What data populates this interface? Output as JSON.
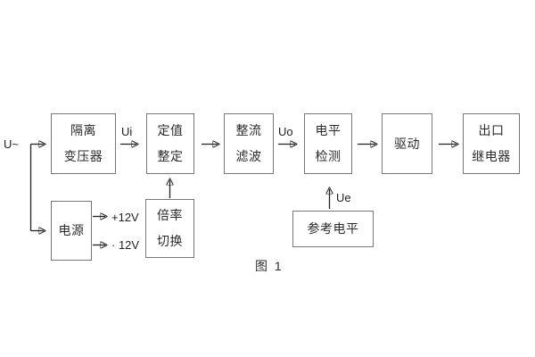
{
  "figure": {
    "caption": "图 1"
  },
  "colors": {
    "background": "#ffffff",
    "box_border": "#767676",
    "line": "#222222",
    "text": "#2b2b2b"
  },
  "blocks": {
    "isolation_transformer": {
      "line1": "隔离",
      "line2": "变压器"
    },
    "setpoint_setting": {
      "line1": "定值",
      "line2": "整定"
    },
    "rectifier_filter": {
      "line1": "整流",
      "line2": "滤波"
    },
    "level_detection": {
      "line1": "电平",
      "line2": "检测"
    },
    "driver": {
      "label": "驱动"
    },
    "output_relay": {
      "line1": "出口",
      "line2": "继电器"
    },
    "power_supply": {
      "label": "电源"
    },
    "ratio_switch": {
      "line1": "倍率",
      "line2": "切换"
    },
    "reference_level": {
      "label": "参考电平"
    }
  },
  "signals": {
    "input": "U~",
    "ui": "Ui",
    "uo": "Uo",
    "ue": "Ue",
    "plus_12v": "+12V",
    "minus_12v": "· 12V"
  }
}
